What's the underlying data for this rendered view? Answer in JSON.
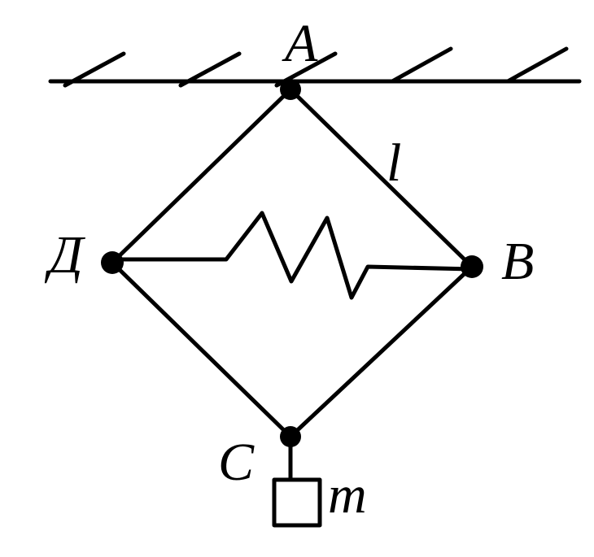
{
  "diagram": {
    "labels": {
      "a": "A",
      "b": "B",
      "c": "C",
      "d": "Д",
      "length": "l",
      "mass": "m"
    },
    "colors": {
      "ink": "#000000",
      "background": "#ffffff"
    }
  }
}
